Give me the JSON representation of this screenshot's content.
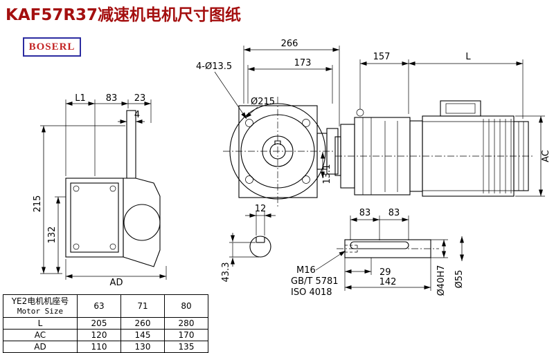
{
  "page": {
    "title": "KAF57R37减速机电机尺寸图纸",
    "logo": "BOSERL"
  },
  "drawing": {
    "side_view": {
      "dim_l1": "L1",
      "dim_83": "83",
      "dim_23": "23",
      "dim_4": "4",
      "dim_215": "215",
      "dim_132": "132",
      "dim_ad": "AD"
    },
    "front_view": {
      "dim_266": "266",
      "dim_173": "173",
      "label_holes": "4-Ø13.5",
      "label_flange_dia": "Ø215",
      "dim_13_1": "13.1"
    },
    "motor_view": {
      "dim_157": "157",
      "dim_l": "L",
      "dim_ac": "AC"
    },
    "key_section": {
      "dim_12": "12",
      "dim_43_3": "43.3"
    },
    "shaft_detail": {
      "dim_83_a": "83",
      "dim_83_b": "83",
      "label_m16": "M16",
      "label_gbt": "GB/T 5781",
      "label_iso": "ISO 4018",
      "dim_29": "29",
      "dim_142": "142",
      "label_shaft_dia": "Ø40H7",
      "label_hub_dia": "Ø55"
    }
  },
  "table": {
    "header": {
      "line1": "YE2电机机座号",
      "line2": "Motor Size"
    },
    "columns": [
      "63",
      "71",
      "80"
    ],
    "rows": [
      {
        "label": "L",
        "values": [
          "205",
          "260",
          "280"
        ]
      },
      {
        "label": "AC",
        "values": [
          "120",
          "145",
          "170"
        ]
      },
      {
        "label": "AD",
        "values": [
          "110",
          "130",
          "135"
        ]
      }
    ]
  }
}
